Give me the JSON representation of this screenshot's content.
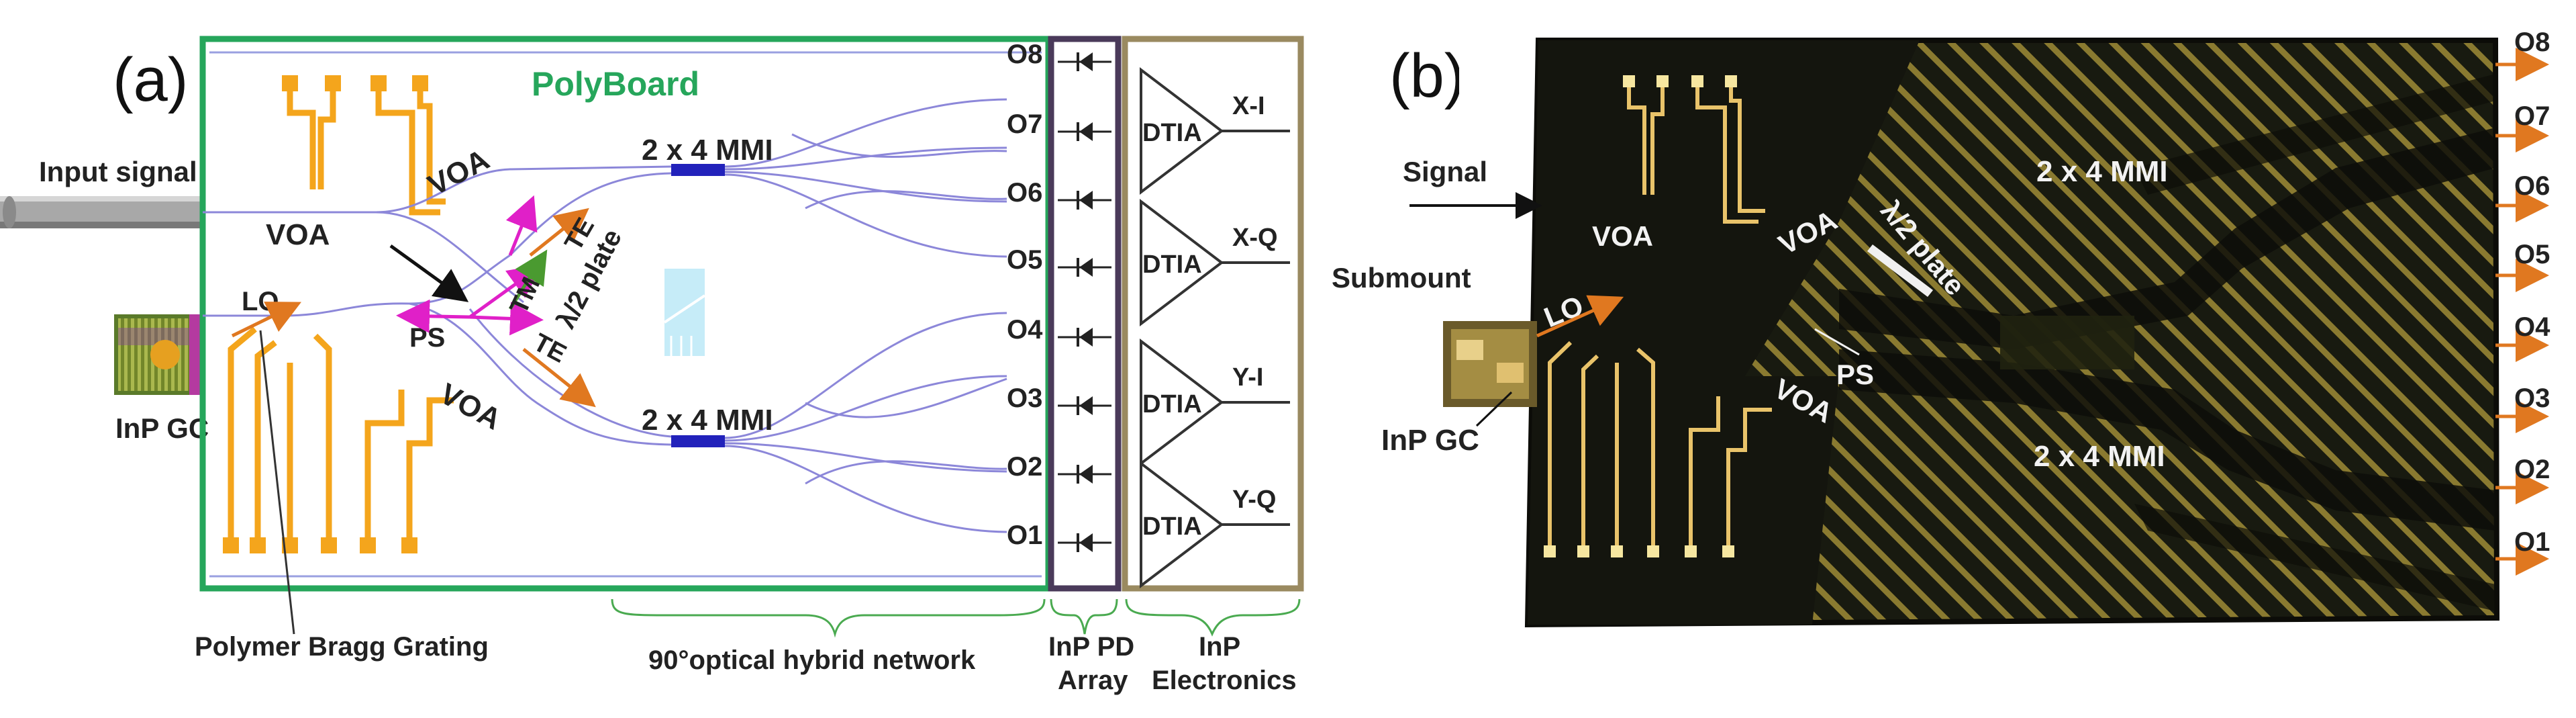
{
  "panel_a": {
    "label": "(a)",
    "board_label": "PolyBoard",
    "input_signal": "Input signal",
    "voa_input": "VOA",
    "voa_top": "VOA",
    "voa_bottom": "VOA",
    "lo": "LO",
    "ps": "PS",
    "te_top": "TE",
    "tm": "TM",
    "te_bottom": "TE",
    "half_wave_plate": "λ/2 plate",
    "inp_gc": "InP GC",
    "mmi_top": "2 x 4 MMI",
    "mmi_bottom": "2 x 4 MMI",
    "outputs": [
      "O8",
      "O7",
      "O6",
      "O5",
      "O4",
      "O3",
      "O2",
      "O1"
    ],
    "dtia": [
      {
        "label": "DTIA",
        "output": "X-I"
      },
      {
        "label": "DTIA",
        "output": "X-Q"
      },
      {
        "label": "DTIA",
        "output": "Y-I"
      },
      {
        "label": "DTIA",
        "output": "Y-Q"
      }
    ],
    "bragg_grating": "Polymer Bragg Grating",
    "hybrid_network": "90°optical hybrid network",
    "pd_array_line1": "InP PD",
    "pd_array_line2": "Array",
    "electronics_line1": "InP",
    "electronics_line2": "Electronics",
    "colors": {
      "board": "#26a65b",
      "electrodes": "#f4a51c",
      "waveguide": "#8c87d9",
      "arrow": "#e07820",
      "electronics_box": "#9a8a60"
    }
  },
  "panel_b": {
    "label": "(b)",
    "signal": "Signal",
    "voa_left": "VOA",
    "voa_mid": "VOA",
    "voa_bottom": "VOA",
    "half_wave_plate": "λ/2 plate",
    "mmi_top": "2 x 4 MMI",
    "mmi_bottom": "2 x 4 MMI",
    "submount": "Submount",
    "lo": "LO",
    "ps": "PS",
    "inp_gc": "InP GC",
    "outputs": [
      "O8",
      "O7",
      "O6",
      "O5",
      "O4",
      "O3",
      "O2",
      "O1"
    ]
  }
}
